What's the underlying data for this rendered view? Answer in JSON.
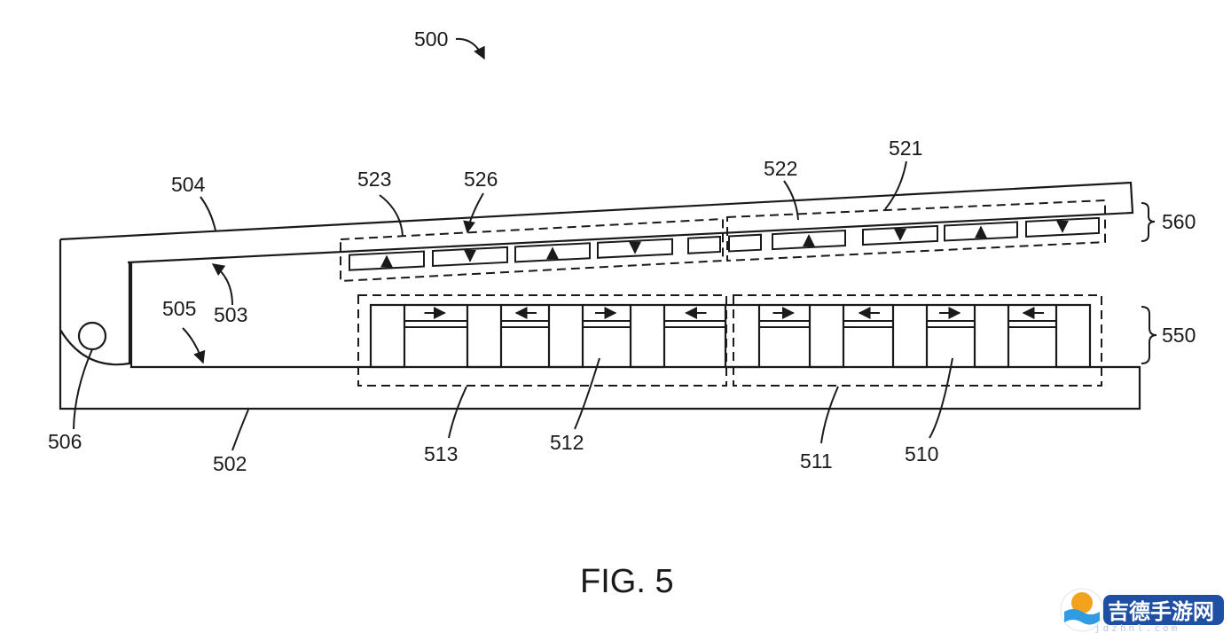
{
  "figure": {
    "caption": "FIG. 5",
    "labels": {
      "l500": "500",
      "l502": "502",
      "l503": "503",
      "l504": "504",
      "l505": "505",
      "l506": "506",
      "l510": "510",
      "l511": "511",
      "l512": "512",
      "l513": "513",
      "l521": "521",
      "l522": "522",
      "l523": "523",
      "l526": "526",
      "l550": "550",
      "l560": "560"
    }
  },
  "watermark": {
    "brand": "吉德手游网",
    "url": "jdzhnl.com",
    "colors": {
      "badge": "#1f4fa3",
      "sun": "#f2a21c",
      "wave": "#2f9be0"
    }
  }
}
